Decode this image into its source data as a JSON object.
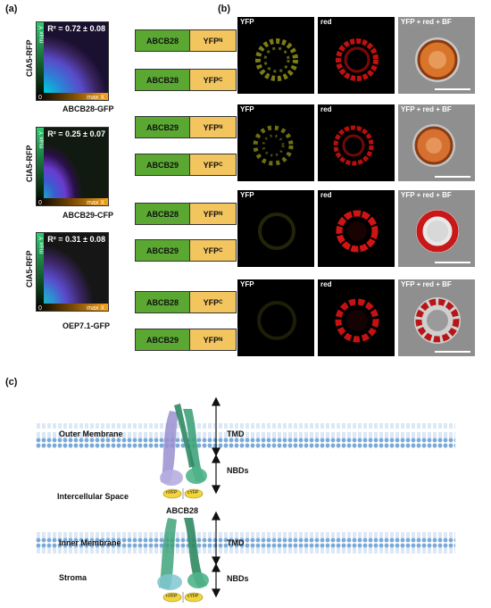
{
  "panel_a": {
    "label": "(a)",
    "plots": [
      {
        "r2": "R² = 0.72 ± 0.08",
        "ylabel": "CIA5-RFP",
        "xlabel": "ABCB28-GFP",
        "max_y": "max Y",
        "max_x": "max X",
        "zero": "0"
      },
      {
        "r2": "R² = 0.25 ± 0.07",
        "ylabel": "CIA5-RFP",
        "xlabel": "ABCB29-CFP",
        "max_y": "max Y",
        "max_x": "max X",
        "zero": "0"
      },
      {
        "r2": "R² = 0.31 ± 0.08",
        "ylabel": "CIA5-RFP",
        "xlabel": "OEP7.1-GFP",
        "max_y": "max Y",
        "max_x": "max X",
        "zero": "0"
      }
    ]
  },
  "panel_b": {
    "label": "(b)",
    "col_yfp": "YFP",
    "col_red": "red",
    "col_merge": "YFP + red + BF",
    "constructs": [
      {
        "left": "ABCB28",
        "right": "YFP",
        "sup": "N"
      },
      {
        "left": "ABCB28",
        "right": "YFP",
        "sup": "C"
      },
      {
        "left": "ABCB29",
        "right": "YFP",
        "sup": "N"
      },
      {
        "left": "ABCB29",
        "right": "YFP",
        "sup": "C"
      },
      {
        "left": "ABCB28",
        "right": "YFP",
        "sup": "N"
      },
      {
        "left": "ABCB29",
        "right": "YFP",
        "sup": "C"
      },
      {
        "left": "ABCB28",
        "right": "YFP",
        "sup": "C"
      },
      {
        "left": "ABCB29",
        "right": "YFP",
        "sup": "N"
      }
    ]
  },
  "panel_c": {
    "label": "(c)",
    "outer_membrane": "Outer Membrane",
    "intercellular": "Intercellular Space",
    "inner_membrane": "Inner Membrane",
    "stroma": "Stroma",
    "protein": "ABCB28",
    "tmd": "TMD",
    "nbds": "NBDs",
    "nyfp": "nYFP",
    "cyfp": "cYFP",
    "icon_colors": {
      "green": "#3fa37b",
      "purple": "#9a8fd0",
      "yellow": "#f2d53c"
    }
  }
}
